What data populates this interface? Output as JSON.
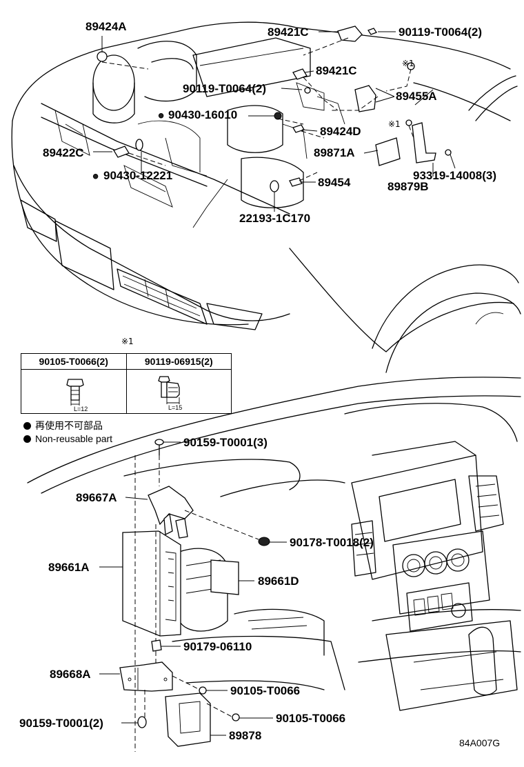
{
  "callouts": {
    "p89424A": "89424A",
    "p89421C_top": "89421C",
    "p90119_T0064_2_top": "90119-T0064(2)",
    "p89421C_mid": "89421C",
    "p90119_T0064_2_mid": "90119-T0064(2)",
    "p89455A": "89455A",
    "p90430_16010": "90430-16010",
    "p89424D": "89424D",
    "p89422C": "89422C",
    "p89871A": "89871A",
    "p90430_12221": "90430-12221",
    "p89454": "89454",
    "p93319_14008_3": "93319-14008(3)",
    "p89879B": "89879B",
    "p22193_1C170": "22193-1C170",
    "p90159_T0001_3": "90159-T0001(3)",
    "p89667A": "89667A",
    "p90178_T0018_2": "90178-T0018(2)",
    "p89661A": "89661A",
    "p89661D": "89661D",
    "p90179_06110": "90179-06110",
    "p89668A": "89668A",
    "p90105_T0066_a": "90105-T0066",
    "p90105_T0066_b": "90105-T0066",
    "p90159_T0001_2": "90159-T0001(2)",
    "p89878": "89878"
  },
  "marks": {
    "note_mark": "※1",
    "note_mark_a": "※1",
    "note_mark_b": "※1",
    "non_reusable_dot": "●"
  },
  "table": {
    "header_left": "90105-T0066(2)",
    "header_right": "90119-06915(2)",
    "dim_left": "L=12",
    "dim_right": "L=15"
  },
  "legend": {
    "line_jp": "再使用不可部品",
    "line_en": "Non-reusable part"
  },
  "figure_code": "84A007G"
}
